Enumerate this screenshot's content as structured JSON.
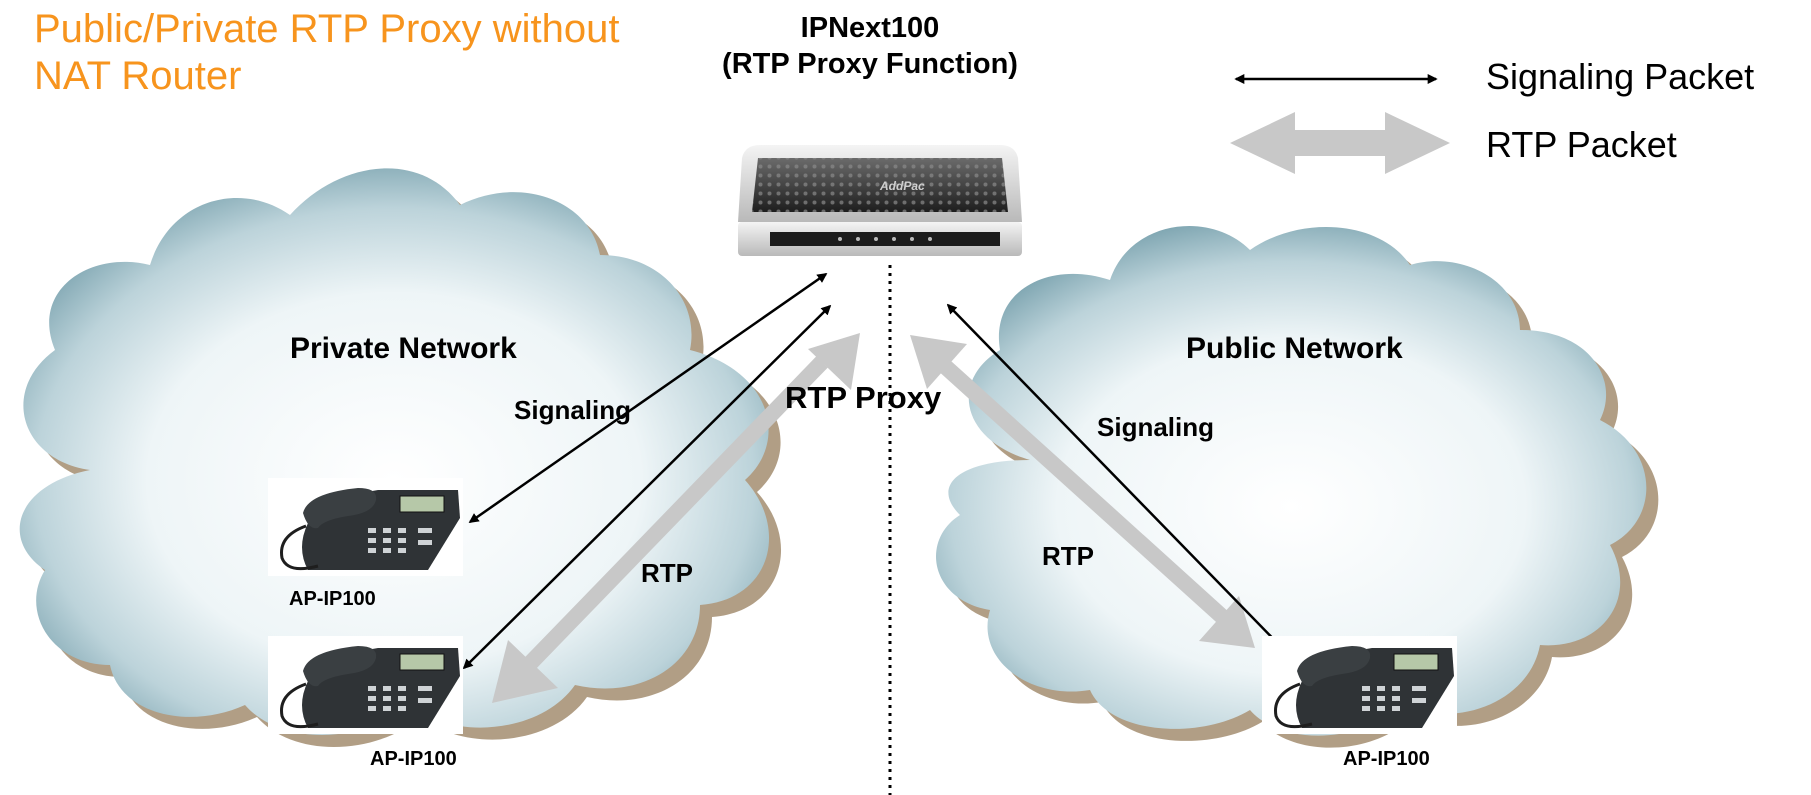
{
  "title": "Public/Private RTP Proxy without NAT Router",
  "device": {
    "name": "IPNext100",
    "function": "(RTP Proxy Function)",
    "brand_label": "AddPac"
  },
  "legend": {
    "signaling": "Signaling Packet",
    "rtp": "RTP Packet"
  },
  "networks": {
    "private": "Private Network",
    "public": "Public Network"
  },
  "labels": {
    "signaling_left": "Signaling",
    "signaling_right": "Signaling",
    "rtp_proxy": "RTP Proxy",
    "rtp_left": "RTP",
    "rtp_right": "RTP"
  },
  "phones": [
    {
      "model": "AP-IP100"
    },
    {
      "model": "AP-IP100"
    },
    {
      "model": "AP-IP100"
    }
  ],
  "colors": {
    "title": "#f7941d",
    "rtp_arrow": "#c8c8c8",
    "signaling_arrow": "#000000",
    "cloud_edge": "#6f9aa7",
    "cloud_center": "#ffffff",
    "cloud_shadow": "#a38d70"
  }
}
